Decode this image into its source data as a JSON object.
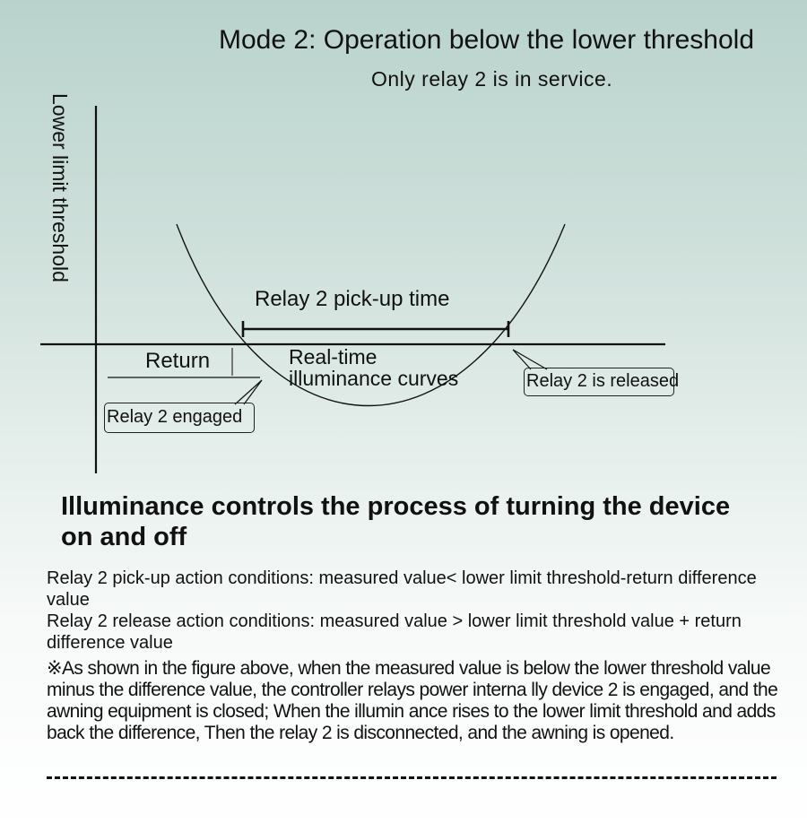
{
  "header": {
    "title": "Mode 2: Operation below the lower threshold",
    "subtitle": "Only relay 2 is in service."
  },
  "diagram": {
    "y_axis_label": "Lower limit threshold",
    "pickup_time_label": "Relay 2 pick-up time",
    "return_label": "Return",
    "curve_label_line1": "Real-time",
    "curve_label_line2": "illuminance curves",
    "engaged_callout": "Relay 2 engaged",
    "released_callout": "Relay 2 is released",
    "line_color": "#111111"
  },
  "text": {
    "heading": "Illuminance controls the process of turning the device on and off",
    "condition_1": "Relay 2 pick-up action conditions: measured value< lower limit threshold-return difference value",
    "condition_2": "Relay 2 release action conditions: measured value > lower limit threshold value + return difference value",
    "note": "※As shown in the figure above, when the measured value is below the lower threshold value minus the difference value, the controller relays power interna lly device 2 is engaged, and the awning equipment is closed; When the illumin ance rises to the lower limit threshold and adds back the difference, Then the relay 2 is disconnected, and the awning is opened."
  }
}
